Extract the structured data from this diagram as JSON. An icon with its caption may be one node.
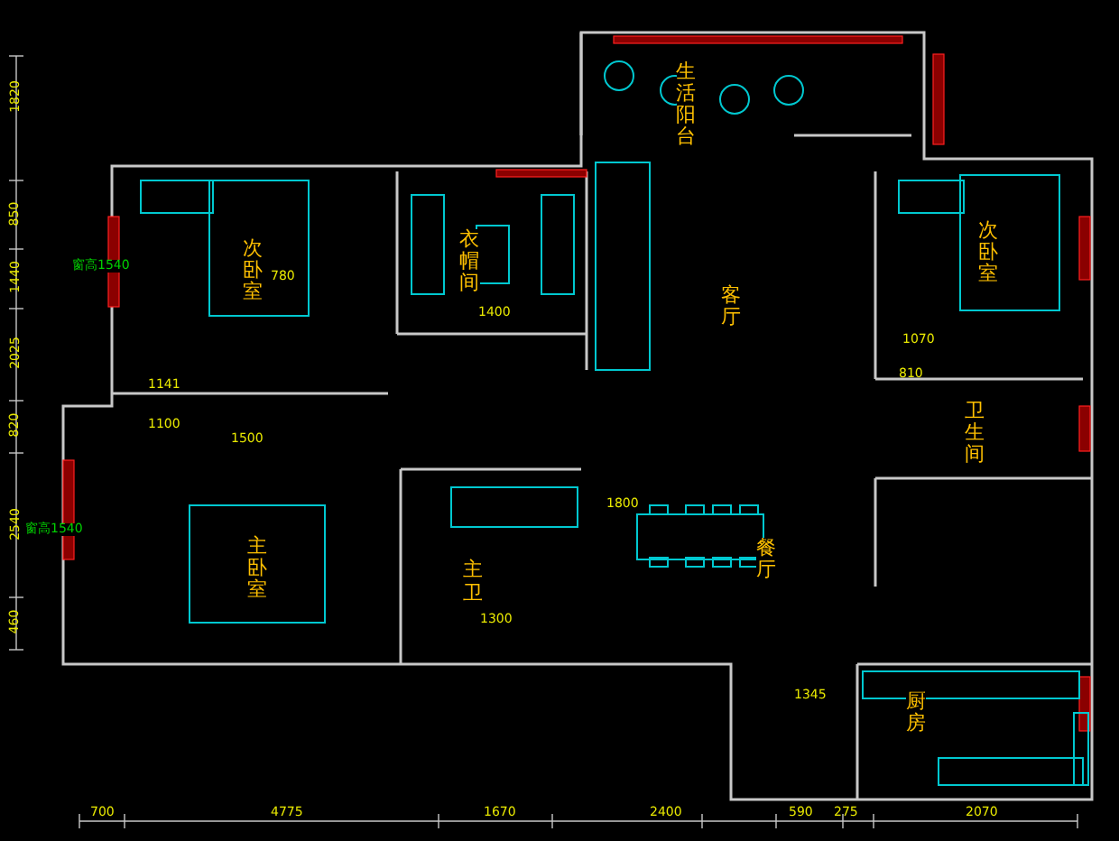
{
  "diagram": {
    "nodes": [
      {
        "text": [
          "生活阳台"
        ]
      },
      {
        "text": [
          "次卧室"
        ]
      },
      {
        "text": [
          "衣帽间"
        ]
      },
      {
        "text": [
          "客厅"
        ]
      },
      {
        "text": [
          "次卧室"
        ]
      },
      {
        "text": [
          "卫生间"
        ]
      },
      {
        "text": [
          "主卧室"
        ]
      },
      {
        "text": [
          "主卫"
        ]
      },
      {
        "text": [
          "餐厅"
        ]
      },
      {
        "text": [
          "厨房"
        ]
      }
    ],
    "labels": [
      "窗高1540",
      "780",
      "1400",
      "1141",
      "1100",
      "1500",
      "1070",
      "810",
      "窗高1540",
      "1800",
      "1300",
      "1345",
      "1820",
      "850",
      "1440",
      "2025",
      "820",
      "2540",
      "460",
      "700",
      "4775",
      "1670",
      "2400",
      "590",
      "275",
      "2070"
    ]
  }
}
